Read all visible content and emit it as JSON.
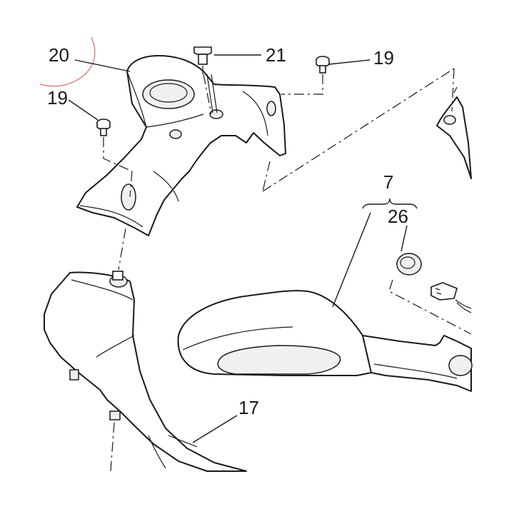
{
  "diagram": {
    "callouts": {
      "part_20": "20",
      "part_21": "21",
      "part_19_right": "19",
      "part_19_left": "19",
      "part_7": "7",
      "part_26": "26",
      "part_17": "17"
    },
    "colors": {
      "line": "#1a1a1a",
      "background": "#ffffff",
      "highlight_arc": "#d9534f"
    }
  }
}
